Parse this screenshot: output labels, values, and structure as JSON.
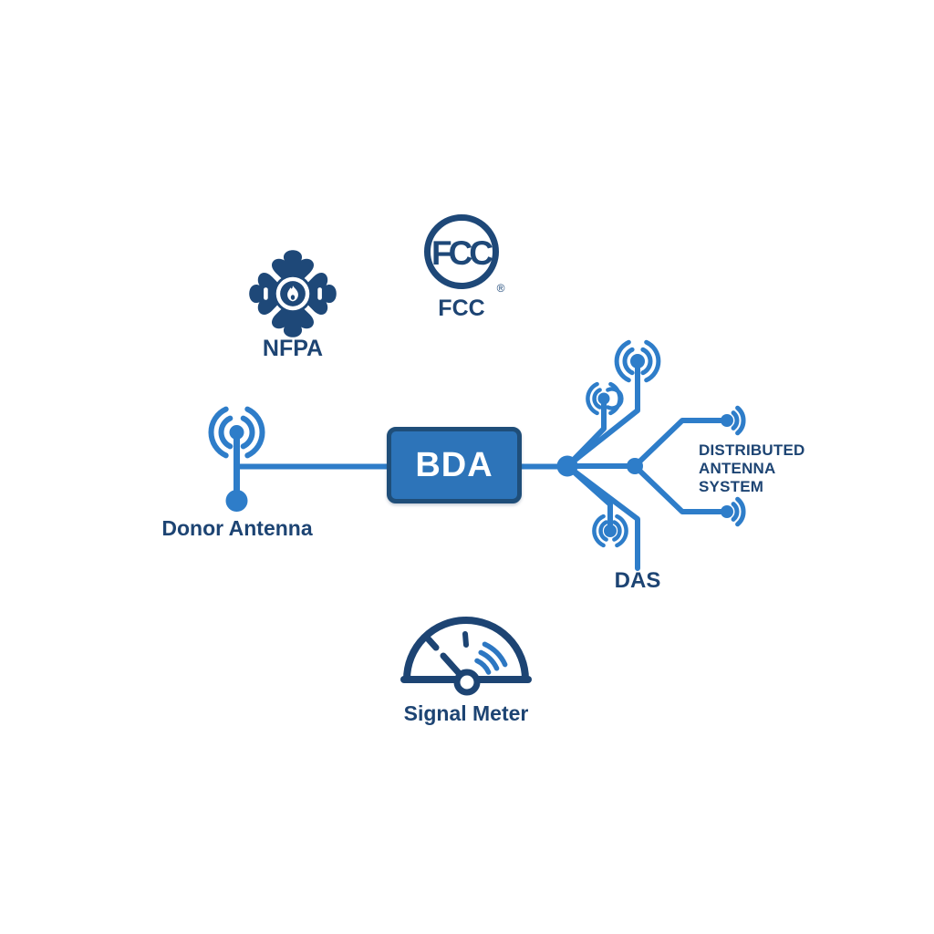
{
  "colors": {
    "accent_blue": "#2e7dc9",
    "navy_text": "#1d4473",
    "logo_navy": "#1e4878",
    "bda_box_fill": "#2d74b9",
    "bda_box_border": "#1f4e79",
    "background": "#ffffff",
    "bda_text": "#ffffff"
  },
  "badges": {
    "nfpa": {
      "label": "NFPA",
      "icon": "nfpa-maltese-cross-flame"
    },
    "fcc": {
      "label": "FCC",
      "seal_text": "FCC",
      "registered_mark": "®",
      "icon": "fcc-seal"
    }
  },
  "diagram": {
    "donor_antenna_label": "Donor Antenna",
    "bda_label": "BDA",
    "das_label": "DAS",
    "das_full_label": "DISTRIBUTED\nANTENNA\nSYSTEM",
    "signal_meter_label": "Signal Meter",
    "icons": {
      "donor": "antenna-icon",
      "das": "antenna-cluster-icon",
      "meter": "gauge-icon"
    }
  }
}
